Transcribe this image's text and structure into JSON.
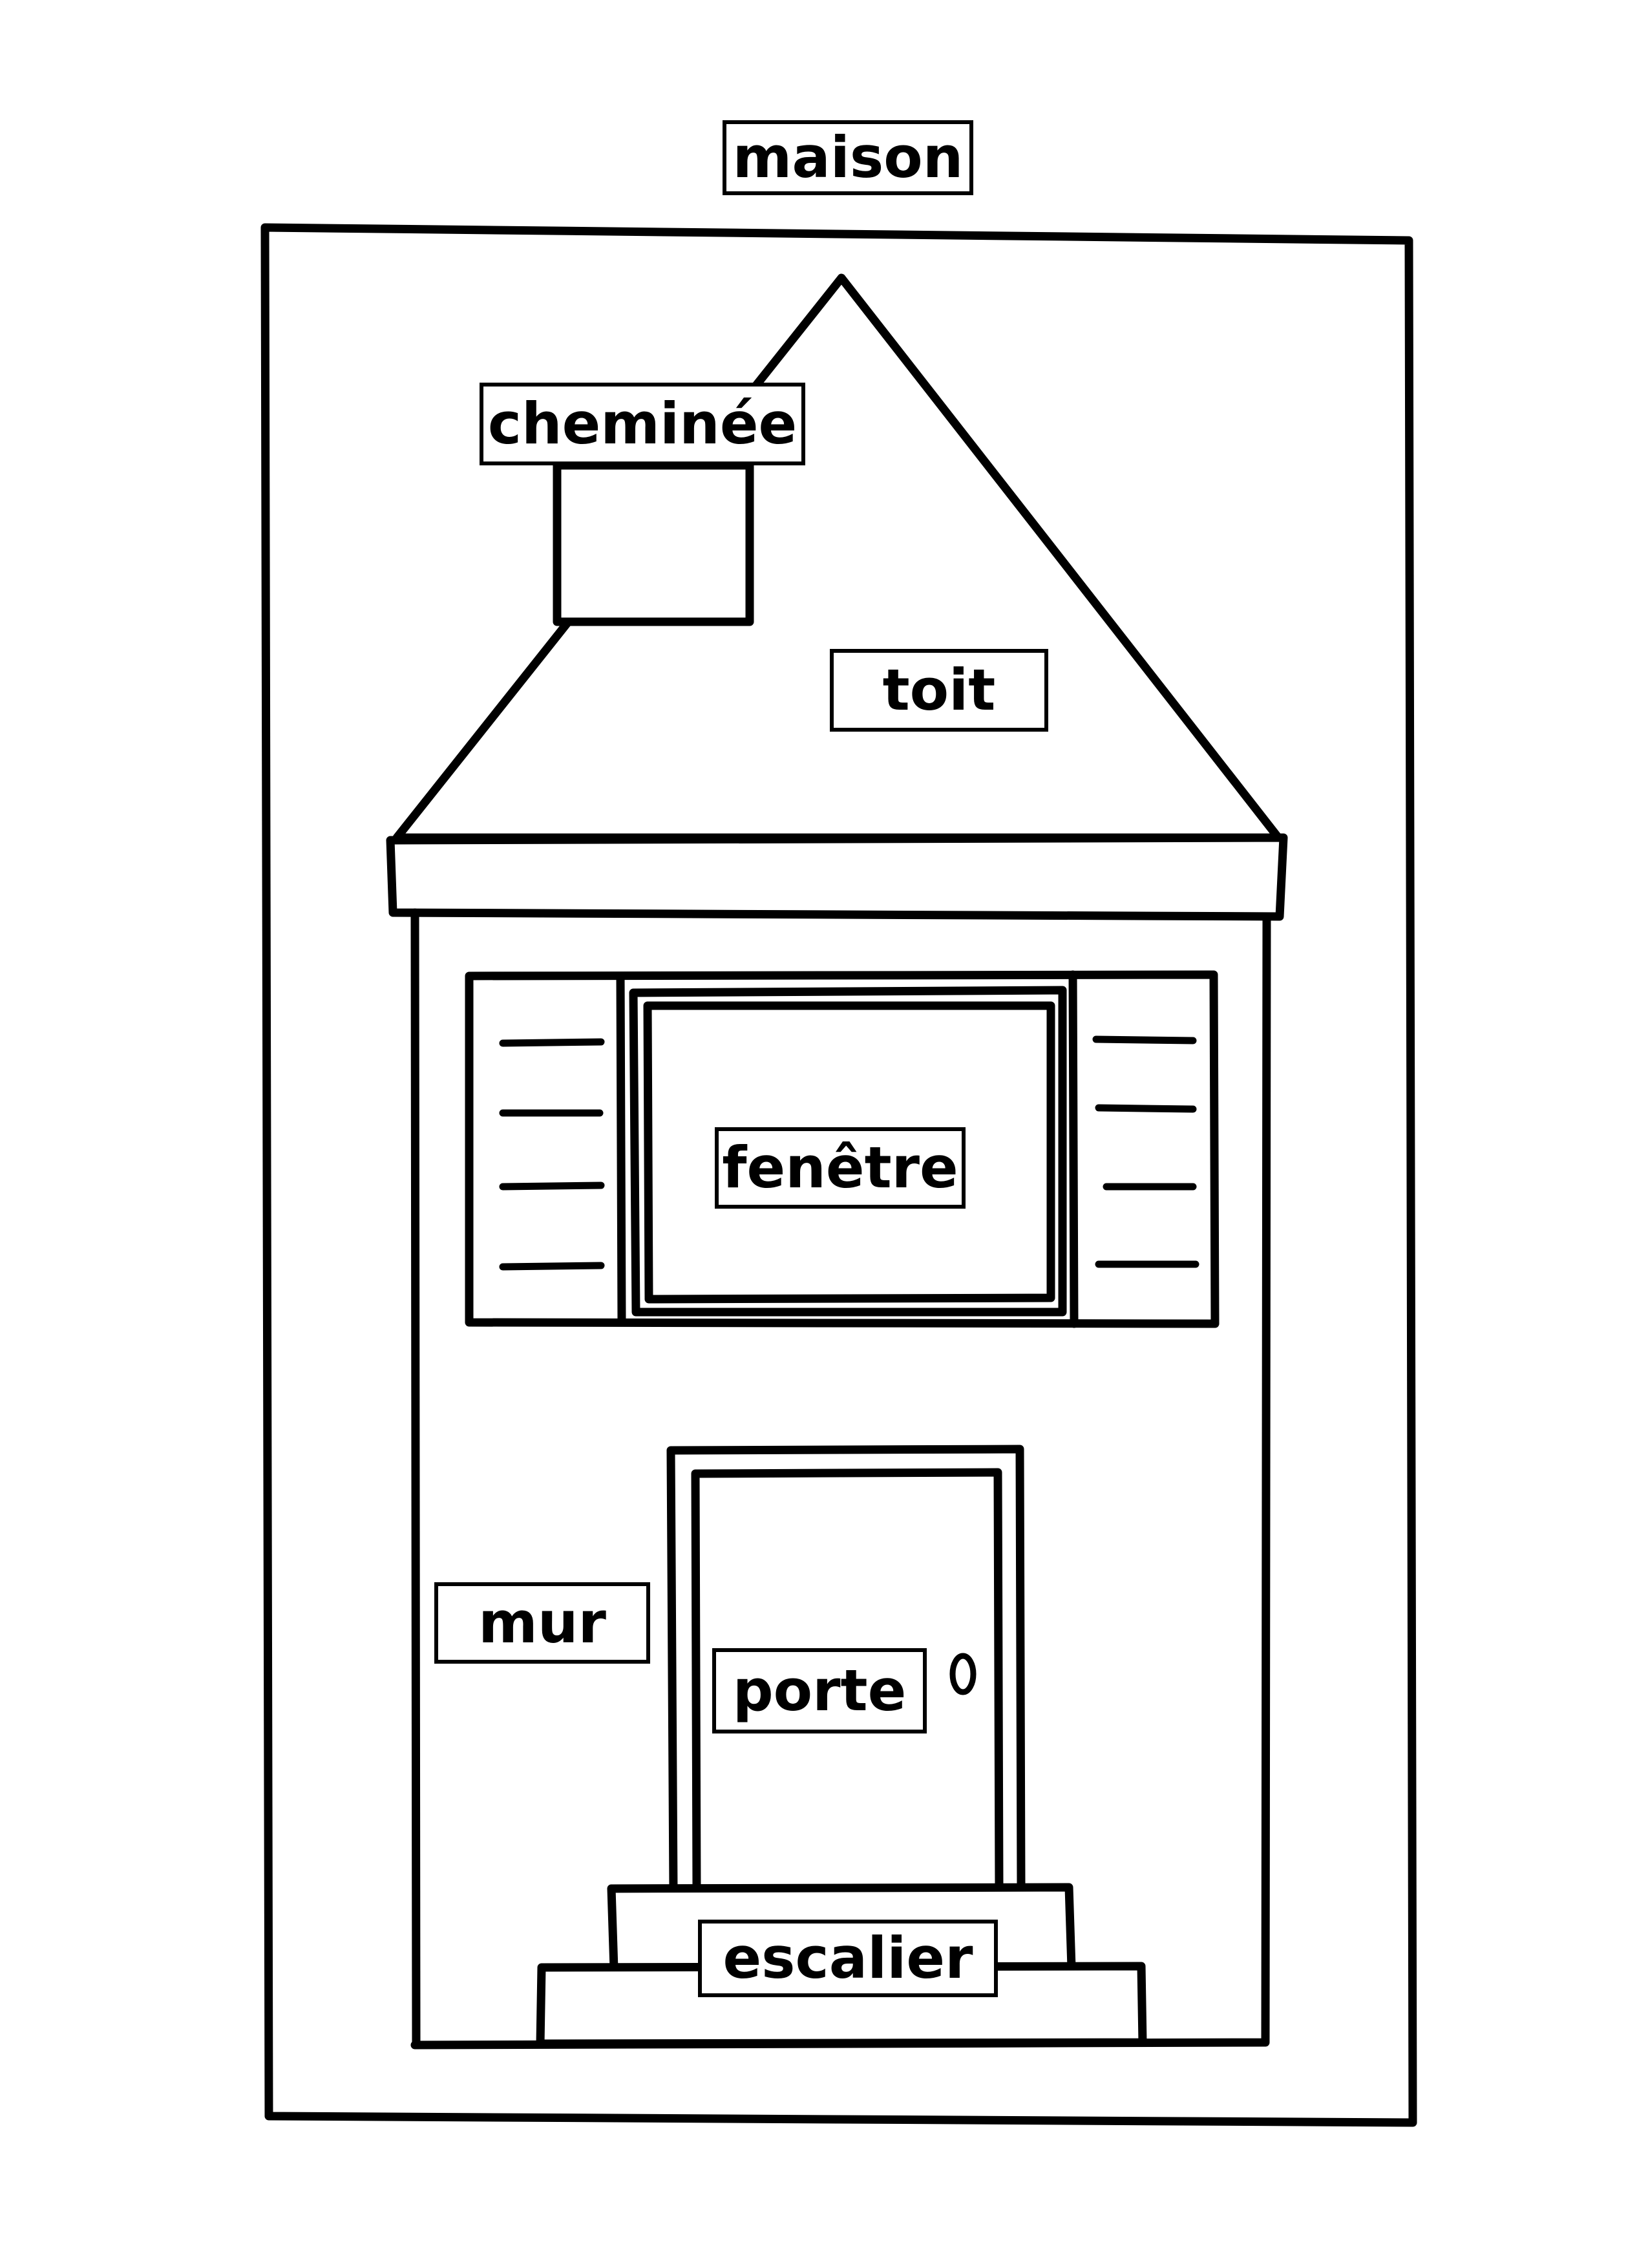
{
  "title": "maison",
  "parts": {
    "chimney": "cheminée",
    "roof": "toit",
    "window": "fenêtre",
    "wall": "mur",
    "door": "porte",
    "stairs": "escalier"
  },
  "colors": {
    "ink": "#000000",
    "paper": "#ffffff"
  }
}
